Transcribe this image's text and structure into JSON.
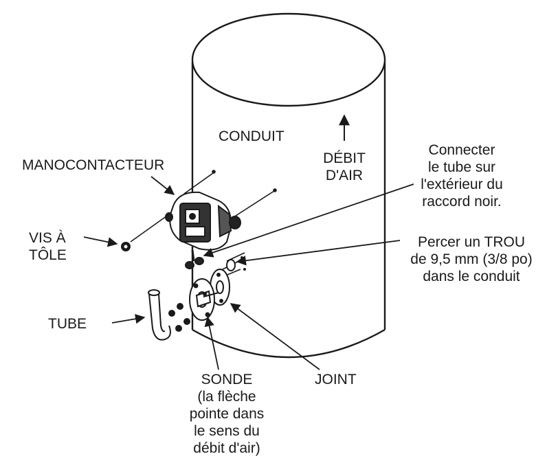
{
  "labels": {
    "conduit": "CONDUIT",
    "airflow": [
      "DÉBIT",
      "D'AIR"
    ],
    "pressure_switch": "MANOCONTACTEUR",
    "screw": [
      "VIS À",
      "TÔLE"
    ],
    "tube": "TUBE",
    "connect_note": [
      "Connecter",
      "le tube sur",
      "l'extérieur du",
      "raccord noir."
    ],
    "drill_note": [
      "Percer un TROU",
      "de 9,5 mm (3/8 po)",
      "dans le conduit"
    ],
    "probe": [
      "SONDE",
      "(la flèche",
      "pointe dans",
      "le sens du",
      "débit d'air)"
    ],
    "gasket": "JOINT"
  },
  "icons": [
    "duct-cylinder",
    "pressure-switch-icon",
    "sheet-metal-screw-icon",
    "probe-flange-icon",
    "gasket-icon",
    "tube-icon",
    "airflow-arrow-icon"
  ]
}
